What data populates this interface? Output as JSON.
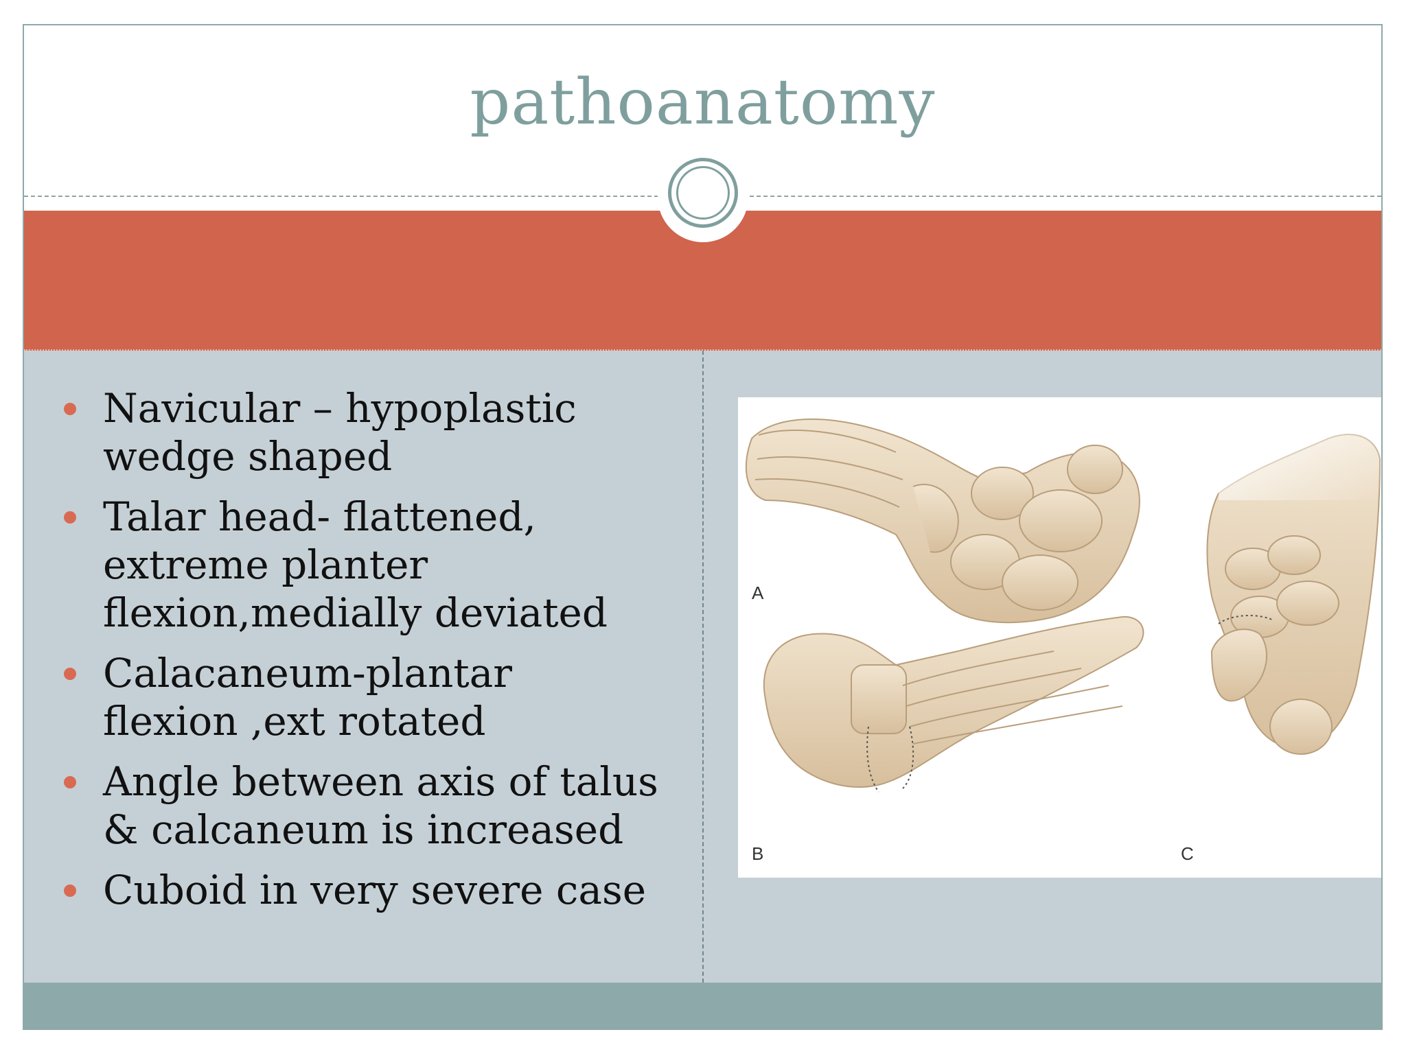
{
  "slide": {
    "title": "pathoanatomy",
    "colors": {
      "accent_band": "#d0644c",
      "title_color": "#7f9f9e",
      "content_background": "#c5d0d6",
      "footer": "#8ea9a9",
      "bullet_dot": "#d96a52"
    },
    "bullets": [
      {
        "line1": "Navicular – hypoplastic",
        "line2": "wedge shaped",
        "line3": ""
      },
      {
        "line1": "Talar head- flattened,",
        "line2": "extreme planter",
        "line3": "flexion,medially deviated"
      },
      {
        "line1": "Calacaneum-plantar",
        "line2": "flexion ,ext rotated",
        "line3": ""
      },
      {
        "line1": "Angle between axis of talus",
        "line2": "& calcaneum is increased",
        "line3": ""
      },
      {
        "line1": "Cuboid in very severe case",
        "line2": "",
        "line3": ""
      }
    ],
    "figure": {
      "label_a": "A",
      "label_b": "B",
      "label_c": "C"
    }
  }
}
